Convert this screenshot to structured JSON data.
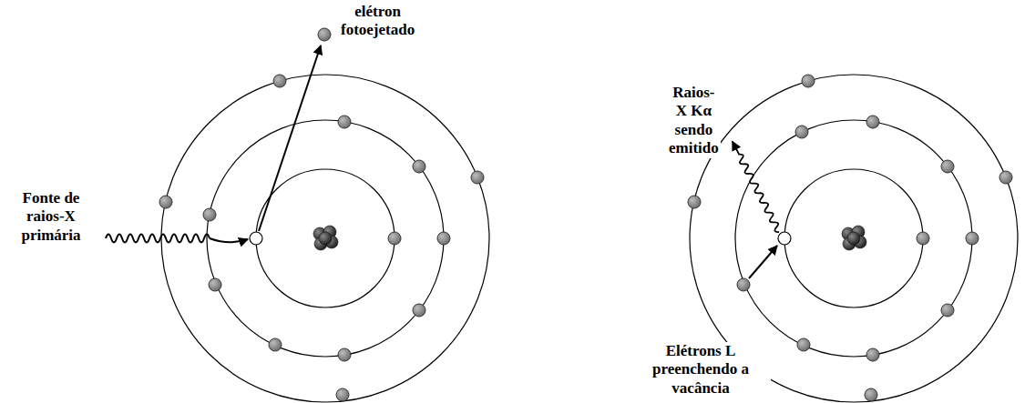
{
  "diagram": {
    "labels": [
      "elétron fotoejetado",
      "Fonte de raios-X primária",
      "Raios-X Kα sendo emitido",
      "Elétrons L preenchendo a vacância"
    ]
  }
}
